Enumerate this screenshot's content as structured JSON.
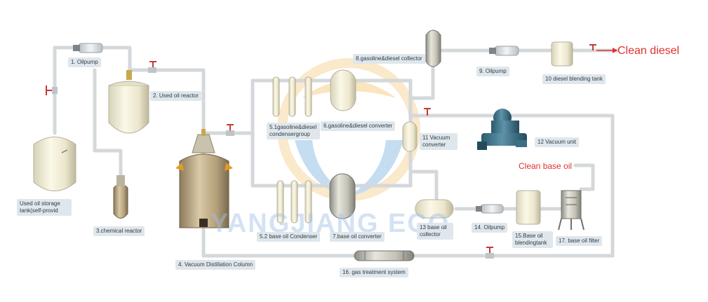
{
  "labels": {
    "oilpump1": "1. Oilpump",
    "used_oil_reactor": "2. Used  oil  reactor",
    "used_oil_storage": "Used oil storage tank(self-provid",
    "chemical_reactor": "3.chemical  reactor",
    "vacuum_column": "4. Vacuum Distillation Column",
    "gd_condenser": "5.1gasoline&diesel condensergroup",
    "gd_converter": "6.gasoline&diesel  converter",
    "base_condenser": "5.2 base oil Condenser",
    "base_converter": "7.base oil converter",
    "gd_collector": "8.gasoline&diesel  collector",
    "oilpump9": "9. Oilpump",
    "diesel_blending": "10 diesel blending tank",
    "vacuum_converter": "11 Vacuum converter",
    "vacuum_unit": "12 Vacuum unit",
    "base_collector": "13 base oil collector",
    "oilpump14": "14. Oilpump",
    "base_blending": "15.Base oil blendingtank",
    "gas_treatment": "16. gas treatment  system",
    "base_filter": "17. base oil filter"
  },
  "outputs": {
    "clean_diesel": "Clean diesel",
    "clean_base_oil": "Clean base oil"
  },
  "watermark": "YANGJIANG ECO",
  "colors": {
    "pipe": "#d9dde0",
    "label_bg": "#dfe7ec",
    "output_text": "#e2312f",
    "watermark": "#9fc1e6"
  }
}
